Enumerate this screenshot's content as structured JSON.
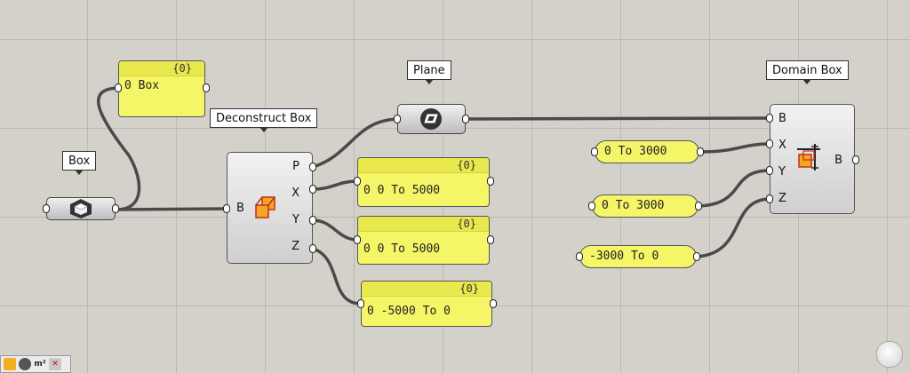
{
  "labels": {
    "box": "Box",
    "deconstruct": "Deconstruct Box",
    "plane": "Plane",
    "domain_box": "Domain Box"
  },
  "panels": {
    "box_panel": {
      "header": "{0}",
      "value": "0 Box"
    },
    "x_panel": {
      "header": "{0}",
      "value": "0 0 To 5000"
    },
    "y_panel": {
      "header": "{0}",
      "value": "0 0 To 5000"
    },
    "z_panel": {
      "header": "{0}",
      "value": "0 -5000 To 0"
    }
  },
  "deconstruct_ports": {
    "input": "B",
    "p": "P",
    "x": "X",
    "y": "Y",
    "z": "Z"
  },
  "domain_ports": {
    "b": "B",
    "x": "X",
    "y": "Y",
    "z": "Z",
    "out": "B"
  },
  "sliders": {
    "x": "0 To 3000",
    "y": "0 To 3000",
    "z": "-3000 To 0"
  },
  "toolbar": {
    "units": "m²"
  },
  "colors": {
    "panel": "#f5f568",
    "wire": "#4a4a4a",
    "canvas": "#d4d1ca"
  }
}
